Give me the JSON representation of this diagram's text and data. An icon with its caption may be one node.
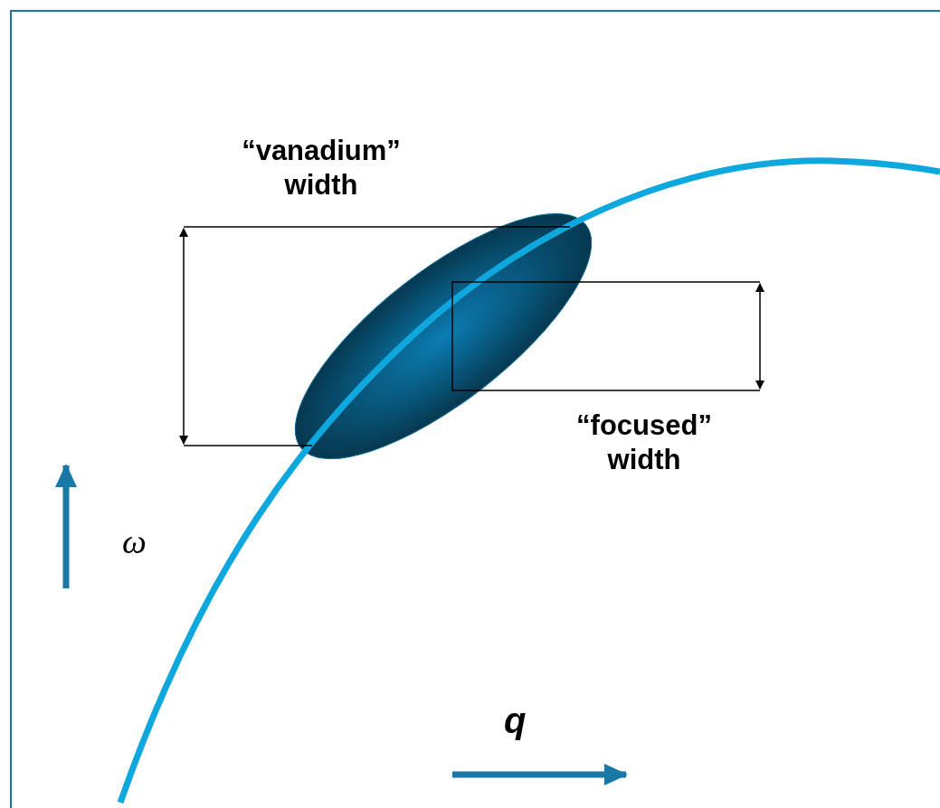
{
  "diagram": {
    "nodes": [
      {
        "text": [],
        "shape": "ellipse"
      }
    ],
    "labels": [
      "“vanadium” width",
      "“focused” width",
      "ω",
      "q"
    ]
  }
}
